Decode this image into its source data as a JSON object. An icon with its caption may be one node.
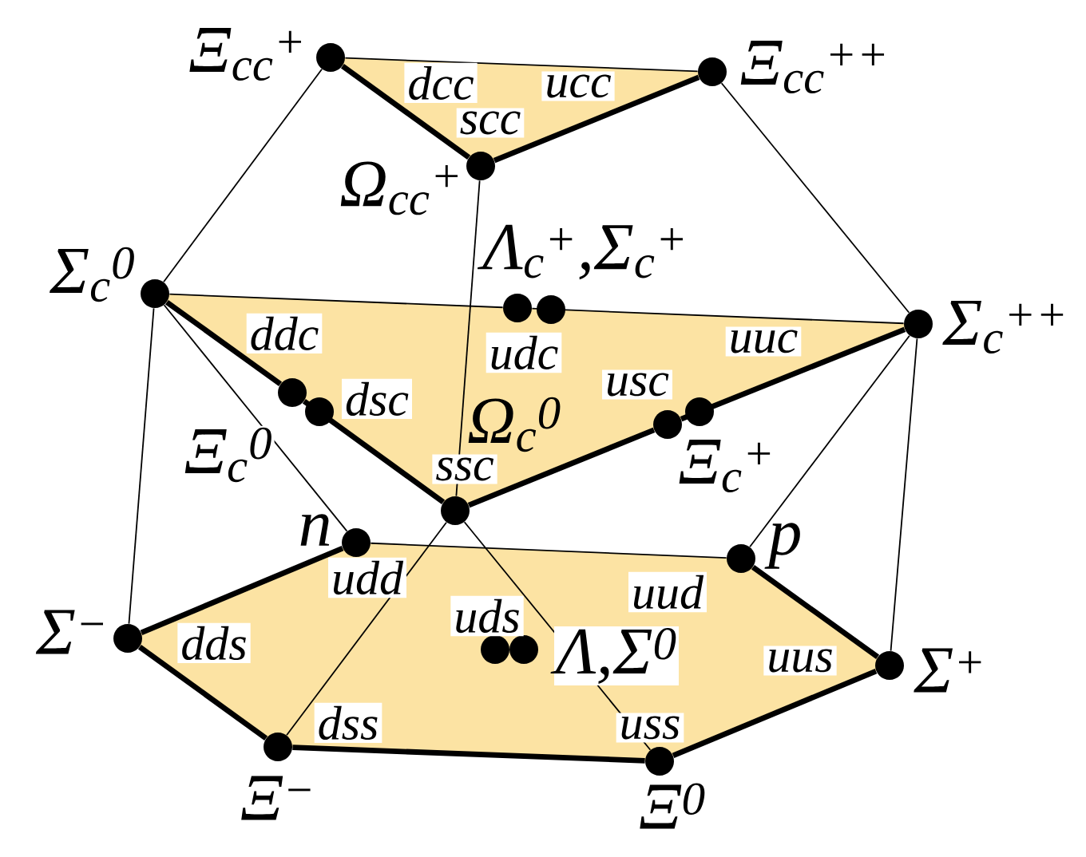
{
  "diagram": {
    "nodes": [
      {
        "text": [],
        "shape": "circle",
        "beside": [
          "Ξ$_{cc}$$^{+}$",
          "dcc"
        ]
      },
      {
        "text": [],
        "shape": "circle",
        "beside": [
          "Ξ$_{cc}$$^{++}$",
          "ucc"
        ]
      },
      {
        "text": [],
        "shape": "circle",
        "beside": [
          "Ω$_{cc}$$^{+}$",
          "scc"
        ]
      },
      {
        "text": [],
        "shape": "circle",
        "beside": [
          "Σ$_{c}$$^{0}$"
        ]
      },
      {
        "text": [],
        "shape": "circle",
        "beside": [
          "Λ$_{c}$$^{+}$,Σ$_{c}$$^{+}$",
          "udc"
        ]
      },
      {
        "text": [],
        "shape": "circle",
        "beside": [
          "Σ$_{c}$$^{++}$"
        ]
      },
      {
        "text": [],
        "shape": "circle",
        "beside": [
          "Ξ$_{c}$$^{0}$",
          "dsc"
        ]
      },
      {
        "text": [],
        "shape": "circle",
        "beside": [
          "Ξ$_{c}$$^{+}$",
          "usc"
        ]
      },
      {
        "text": [],
        "shape": "circle",
        "beside": [
          "Ω$_{c}$$^{0}$",
          "ssc"
        ]
      },
      {
        "text": [],
        "shape": "circle",
        "beside": [
          "n",
          "udd"
        ]
      },
      {
        "text": [],
        "shape": "circle",
        "beside": [
          "p",
          "uud"
        ]
      },
      {
        "text": [],
        "shape": "circle",
        "beside": [
          "Σ$^{−}$",
          "dds"
        ]
      },
      {
        "text": [],
        "shape": "circle",
        "beside": [
          "Λ,Σ$^{0}$",
          "uds"
        ]
      },
      {
        "text": [],
        "shape": "circle",
        "beside": [
          "Σ$^{+}$",
          "uus"
        ]
      },
      {
        "text": [],
        "shape": "circle",
        "beside": [
          "Ξ$^{−}$",
          "dss"
        ]
      },
      {
        "text": [],
        "shape": "circle",
        "beside": [
          "Ξ$^{0}$",
          "uss"
        ]
      }
    ],
    "edges": [
      {
        "from": 0,
        "to": 1,
        "arrow": "none"
      },
      {
        "from": 0,
        "to": 2,
        "arrow": "none",
        "style": "thick"
      },
      {
        "from": 2,
        "to": 1,
        "arrow": "none",
        "style": "thick"
      },
      {
        "from": 0,
        "to": 3,
        "arrow": "none"
      },
      {
        "from": 1,
        "to": 5,
        "arrow": "none"
      },
      {
        "from": 2,
        "to": 8,
        "arrow": "none"
      },
      {
        "from": 3,
        "to": 4,
        "arrow": "none"
      },
      {
        "from": 4,
        "to": 5,
        "arrow": "none"
      },
      {
        "from": 3,
        "to": 6,
        "arrow": "none",
        "style": "thick"
      },
      {
        "from": 6,
        "to": 8,
        "arrow": "none",
        "style": "thick"
      },
      {
        "from": 8,
        "to": 7,
        "arrow": "none",
        "style": "thick"
      },
      {
        "from": 7,
        "to": 5,
        "arrow": "none",
        "style": "thick"
      },
      {
        "from": 3,
        "to": 11,
        "arrow": "none"
      },
      {
        "from": 5,
        "to": 13,
        "arrow": "none"
      },
      {
        "from": 3,
        "to": 9,
        "arrow": "none"
      },
      {
        "from": 5,
        "to": 10,
        "arrow": "none"
      },
      {
        "from": 8,
        "to": 14,
        "arrow": "none"
      },
      {
        "from": 8,
        "to": 15,
        "arrow": "none"
      },
      {
        "from": 9,
        "to": 10,
        "arrow": "none"
      },
      {
        "from": 10,
        "to": 13,
        "arrow": "none",
        "style": "thick"
      },
      {
        "from": 13,
        "to": 15,
        "arrow": "none",
        "style": "thick"
      },
      {
        "from": 15,
        "to": 14,
        "arrow": "none",
        "style": "thick"
      },
      {
        "from": 14,
        "to": 11,
        "arrow": "none",
        "style": "thick"
      },
      {
        "from": 11,
        "to": 9,
        "arrow": "none",
        "style": "thick"
      }
    ],
    "labels": [
      "ddc",
      "uuc"
    ]
  }
}
